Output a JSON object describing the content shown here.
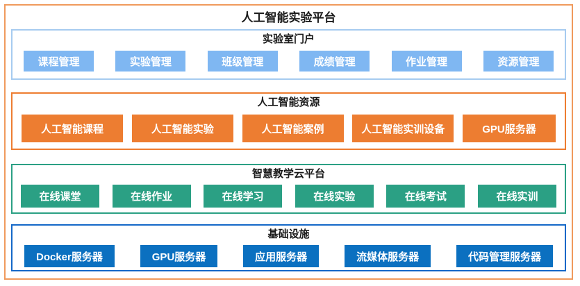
{
  "diagram": {
    "title": "人工智能实验平台",
    "outer_border_color": "#F09A5C",
    "layers": [
      {
        "title": "实验室门户",
        "block_color": "#7FB7F2",
        "border_color": "#A6CBF0",
        "items": [
          "课程管理",
          "实验管理",
          "班级管理",
          "成绩管理",
          "作业管理",
          "资源管理"
        ]
      },
      {
        "title": "人工智能资源",
        "block_color": "#ED7D31",
        "border_color": "#ED7D31",
        "items": [
          "人工智能课程",
          "人工智能实验",
          "人工智能案例",
          "人工智能实训设备",
          "GPU服务器"
        ]
      },
      {
        "title": "智慧教学云平台",
        "block_color": "#2BA084",
        "border_color": "#2BA084",
        "items": [
          "在线课堂",
          "在线作业",
          "在线学习",
          "在线实验",
          "在线考试",
          "在线实训"
        ]
      },
      {
        "title": "基础设施",
        "block_color": "#0B70C0",
        "border_color": "#1468C8",
        "items": [
          "Docker服务器",
          "GPU服务器",
          "应用服务器",
          "流媒体服务器",
          "代码管理服务器"
        ]
      }
    ]
  }
}
